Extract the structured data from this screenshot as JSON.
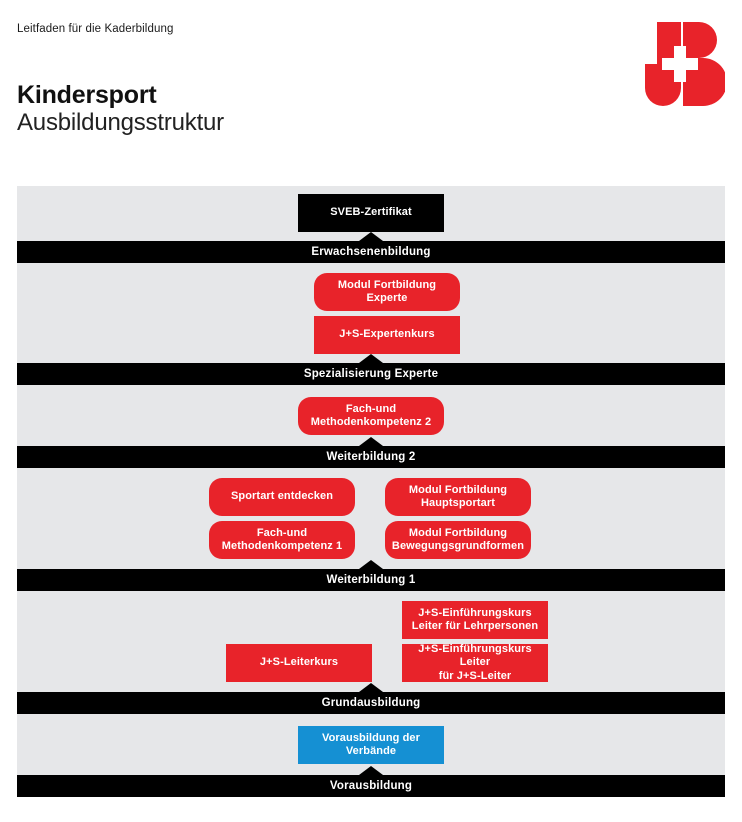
{
  "header": {
    "kicker": "Leitfaden für die Kaderbildung",
    "title": "Kindersport",
    "subtitle": "Ausbildungsstruktur",
    "logo_name": "jugend-und-sport-logo",
    "logo_color": "#e8232a"
  },
  "colors": {
    "red": "#e8232a",
    "blue": "#1590d3",
    "black": "#000000",
    "band": "#e6e7e9",
    "page": "#ffffff"
  },
  "chart_data": {
    "type": "diagram",
    "title": "Kindersport — Ausbildungsstruktur",
    "orientation": "bottom-to-top progression",
    "levels": [
      {
        "id": "erwachsenenbildung",
        "label": "Erwachsenenbildung",
        "nodes": [
          {
            "label": "SVEB-Zertifikat",
            "color": "#000000",
            "shape": "sharp"
          }
        ]
      },
      {
        "id": "spezialisierung-experte",
        "label": "Spezialisierung Experte",
        "nodes": [
          {
            "label": "Modul Fortbildung Experte",
            "color": "#e8232a",
            "shape": "round"
          },
          {
            "label": "J+S-Expertenkurs",
            "color": "#e8232a",
            "shape": "sharp"
          }
        ]
      },
      {
        "id": "weiterbildung-2",
        "label": "Weiterbildung 2",
        "nodes": [
          {
            "label": "Fach-und Methodenkompetenz 2",
            "color": "#e8232a",
            "shape": "round"
          }
        ]
      },
      {
        "id": "weiterbildung-1",
        "label": "Weiterbildung 1",
        "nodes": [
          {
            "label": "Sportart entdecken",
            "color": "#e8232a",
            "shape": "round"
          },
          {
            "label": "Modul Fortbildung Hauptsportart",
            "color": "#e8232a",
            "shape": "round"
          },
          {
            "label": "Fach-und Methodenkompetenz 1",
            "color": "#e8232a",
            "shape": "round"
          },
          {
            "label": "Modul Fortbildung Bewegungsgrundformen",
            "color": "#e8232a",
            "shape": "round"
          }
        ]
      },
      {
        "id": "grundausbildung",
        "label": "Grundausbildung",
        "nodes": [
          {
            "label": "J+S-Einführungskurs Leiter für Lehrpersonen",
            "color": "#e8232a",
            "shape": "sharp"
          },
          {
            "label": "J+S-Leiterkurs",
            "color": "#e8232a",
            "shape": "sharp"
          },
          {
            "label": "J+S-Einführungskurs Leiter für J+S-Leiter",
            "color": "#e8232a",
            "shape": "sharp"
          }
        ]
      },
      {
        "id": "vorausbildung",
        "label": "Vorausbildung",
        "nodes": [
          {
            "label": "Vorausbildung der Verbände",
            "color": "#1590d3",
            "shape": "sharp"
          }
        ]
      }
    ]
  },
  "nodes": {
    "sveb_zertifikat": "SVEB-Zertifikat",
    "modul_fortbildung_experte_l1": "Modul Fortbildung",
    "modul_fortbildung_experte_l2": "Experte",
    "js_expertenkurs": "J+S-Expertenkurs",
    "fach_methoden_2_l1": "Fach-und",
    "fach_methoden_2_l2": "Methodenkompetenz 2",
    "sportart_entdecken": "Sportart entdecken",
    "modul_hauptsportart_l1": "Modul Fortbildung",
    "modul_hauptsportart_l2": "Hauptsportart",
    "fach_methoden_1_l1": "Fach-und",
    "fach_methoden_1_l2": "Methodenkompetenz 1",
    "modul_bewegung_l1": "Modul Fortbildung",
    "modul_bewegung_l2": "Bewegungsgrundformen",
    "ek_lehrpersonen_l1": "J+S-Einführungskurs",
    "ek_lehrpersonen_l2": "Leiter für Lehrpersonen",
    "js_leiterkurs": "J+S-Leiterkurs",
    "ek_jsleiter_l1": "J+S-Einführungskurs Leiter",
    "ek_jsleiter_l2": "für J+S-Leiter",
    "vorausbildung_verbaende_l1": "Vorausbildung der",
    "vorausbildung_verbaende_l2": "Verbände"
  },
  "bars": {
    "erwachsenenbildung": "Erwachsenenbildung",
    "spezialisierung_experte": "Spezialisierung Experte",
    "weiterbildung_2": "Weiterbildung 2",
    "weiterbildung_1": "Weiterbildung 1",
    "grundausbildung": "Grundausbildung",
    "vorausbildung": "Vorausbildung"
  }
}
